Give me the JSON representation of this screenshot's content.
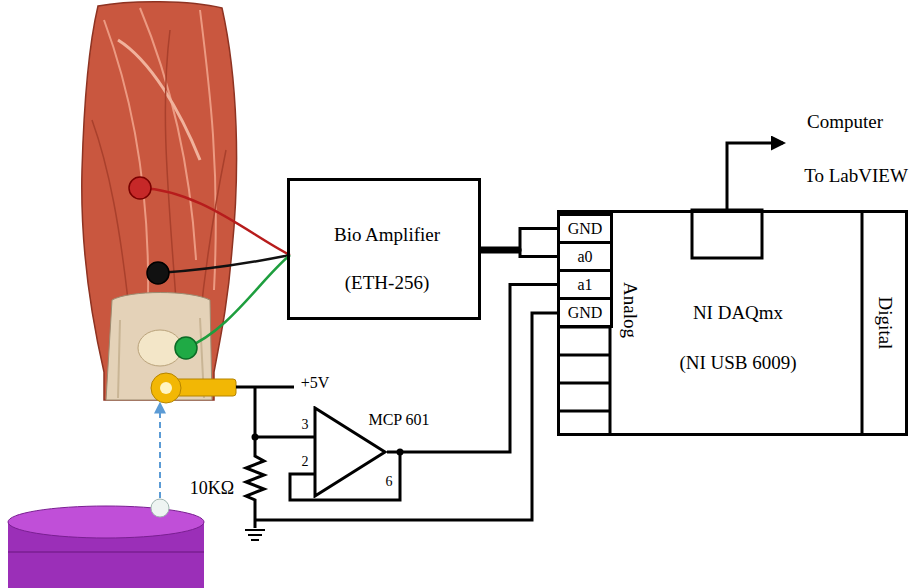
{
  "diagram": {
    "nodes": [
      {
        "text": [
          "Bio Amplifier",
          "(ETH-256)"
        ]
      },
      {
        "text": [
          "NI DAQmx",
          "(NI USB 6009)"
        ]
      },
      {
        "text": [
          "GND"
        ],
        "in": 1
      },
      {
        "text": [
          "a0"
        ],
        "in": 1
      },
      {
        "text": [
          "a1"
        ],
        "in": 1
      },
      {
        "text": [
          "GND"
        ],
        "in": 1
      },
      {
        "text": [
          "MCP 601"
        ]
      }
    ],
    "edges": [
      {
        "from": 0,
        "to": 2,
        "arrow": "none"
      },
      {
        "from": 0,
        "to": 3,
        "arrow": "none"
      },
      {
        "from": 6,
        "to": 4,
        "arrow": "none"
      }
    ],
    "labels": [
      "Computer",
      "To LabVIEW",
      "Analog",
      "Digital",
      "+5V",
      "3",
      "2",
      "6",
      "10KΩ"
    ]
  }
}
